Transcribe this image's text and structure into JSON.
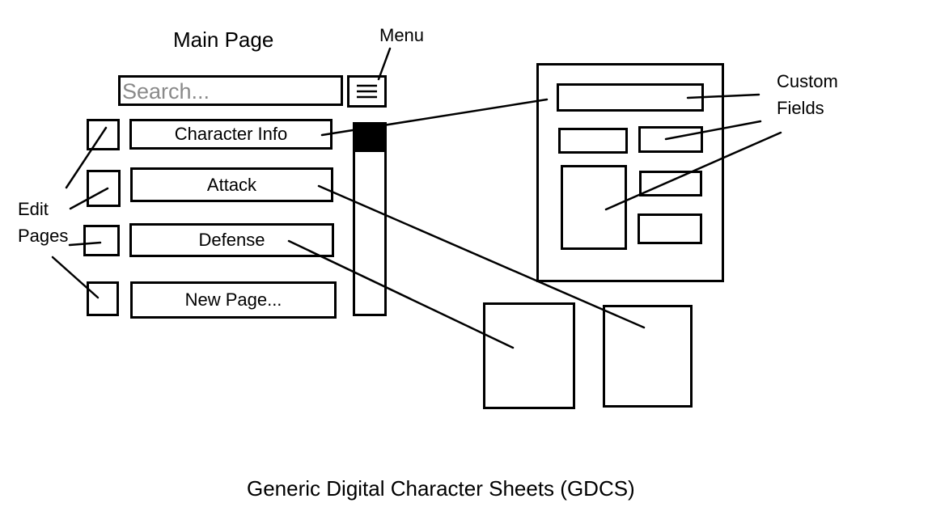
{
  "diagram": {
    "main_title": "Main Page",
    "menu_label": "Menu",
    "search": {
      "placeholder": "Search..."
    },
    "pages": [
      {
        "label": "Character Info"
      },
      {
        "label": "Attack"
      },
      {
        "label": "Defense"
      },
      {
        "label": "New Page..."
      }
    ],
    "edit_pages_label_line1": "Edit",
    "edit_pages_label_line2": "Pages",
    "custom_fields_label_line1": "Custom",
    "custom_fields_label_line2": "Fields",
    "footer_title": "Generic Digital Character Sheets (GDCS)"
  }
}
